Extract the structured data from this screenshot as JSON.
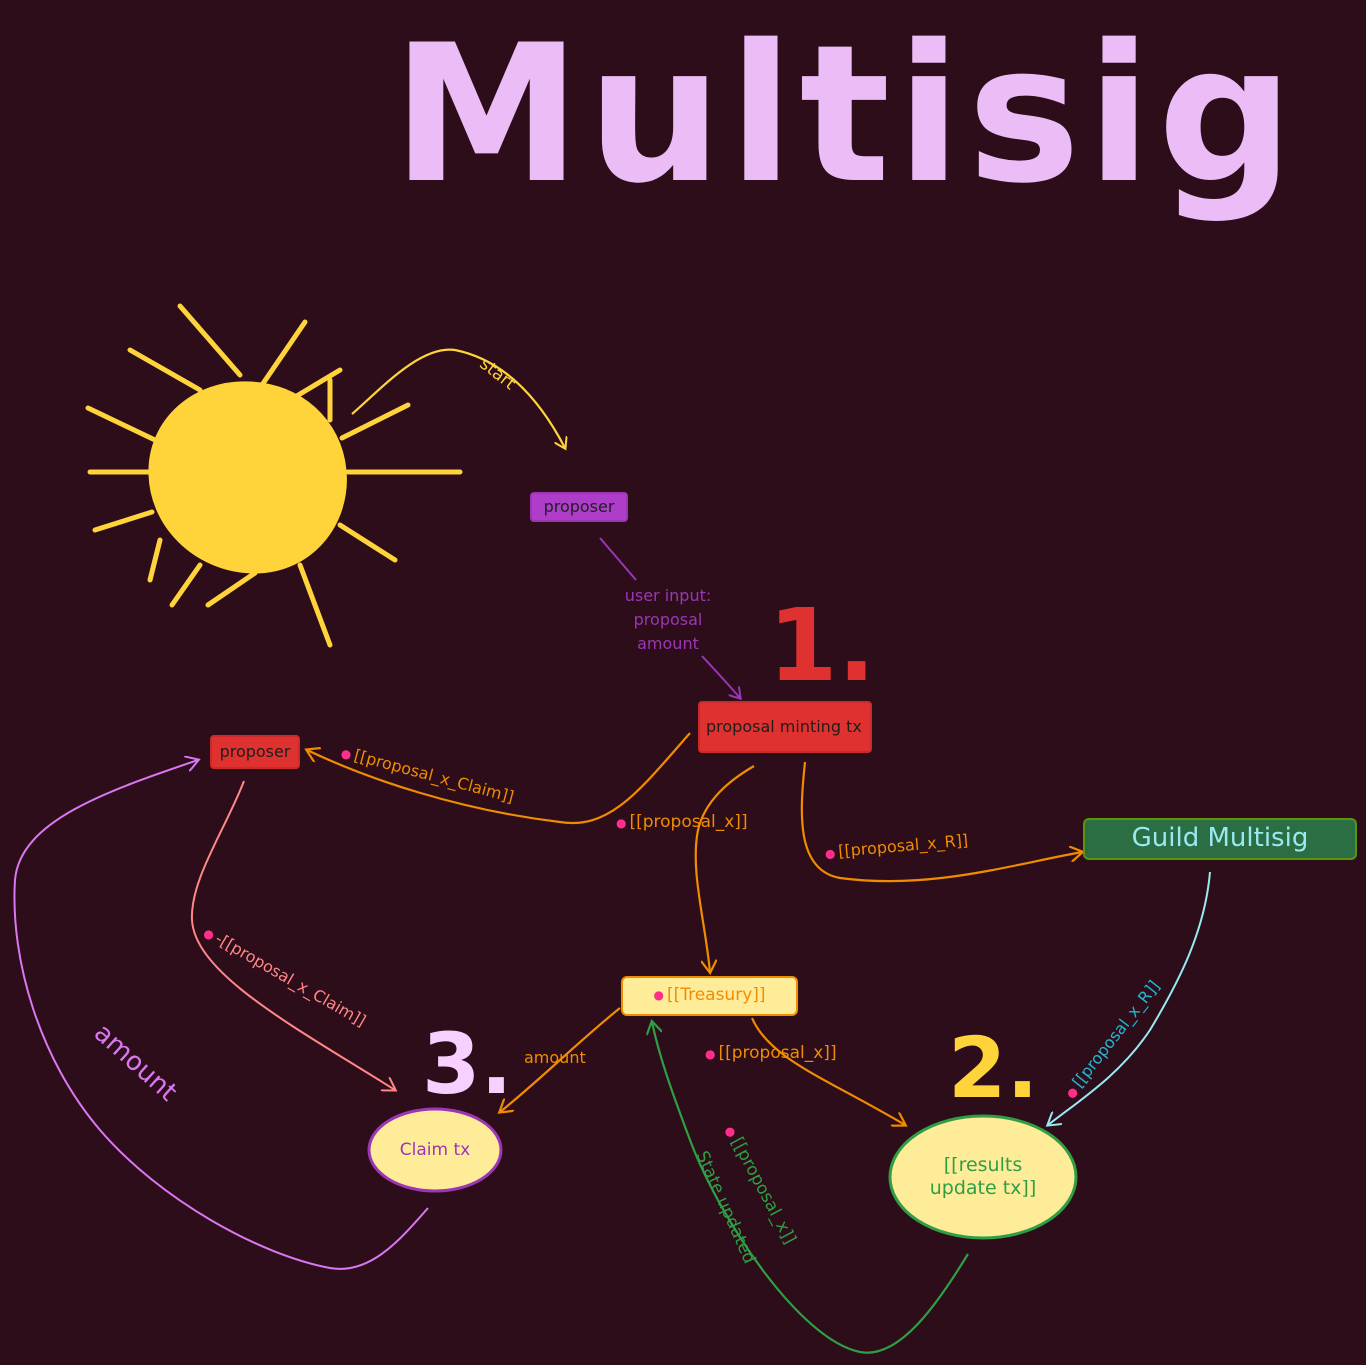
{
  "title": "Multisig",
  "nodes": {
    "proposer_top": "proposer",
    "minting_tx": "proposal minting tx",
    "proposer_left": "proposer",
    "guild_multisig": "Guild Multisig",
    "treasury": "[[Treasury]]",
    "claim_tx": "Claim tx",
    "results_update_tx": "[[results update tx]]"
  },
  "steps": {
    "one": "1.",
    "two": "2.",
    "three": "3."
  },
  "edges": {
    "start": "start",
    "user_input": "user input: proposal amount",
    "proposal_x_claim": "[[proposal_x_Claim]]",
    "proposal_x": "[[proposal_x]]",
    "proposal_x_r": "[[proposal_x_R]]",
    "neg_proposal_x_claim": "-[[proposal_x_Claim]]",
    "amount_treasury": "amount",
    "proposal_x_results": "[[proposal_x]]",
    "proposal_x_r_guild": "[[proposal_x_R]]",
    "amount_loop": "amount",
    "proposal_x_state": "[[proposal_x]]",
    "state_updated": "State updated"
  },
  "colors": {
    "background": "#2c0d19",
    "title": "#ebbcf5",
    "sun": "#ffd43b",
    "purple": "#c25ce0",
    "red": "#e03131",
    "orange": "#f08c00",
    "green": "#2f9e44",
    "cyan": "#99e9f2",
    "salmon": "#ff8787",
    "violet": "#da77f2",
    "yellow_fill": "#ffec99",
    "guild_fill": "#2b6e44"
  }
}
